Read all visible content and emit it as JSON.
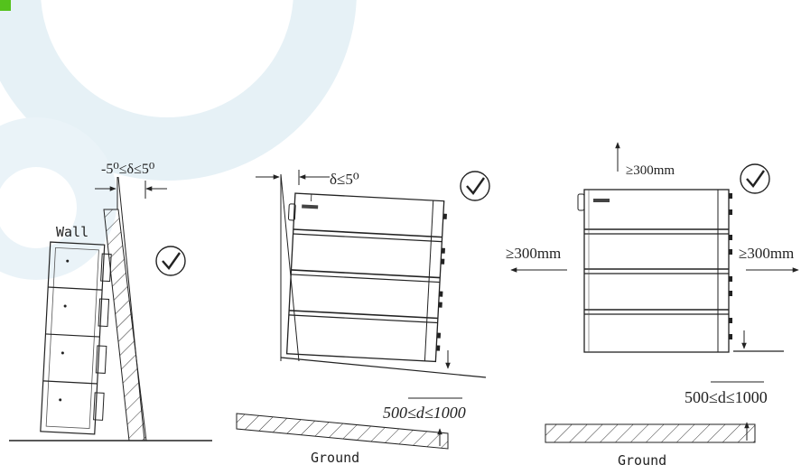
{
  "colors": {
    "watermark": "#e6f1f6",
    "accent_tag": "#54c21c",
    "line": "#222222"
  },
  "icons": [
    "check-circle-icon",
    "arrow-icon"
  ],
  "panel1": {
    "angle_label": "-5⁰≤δ≤5⁰",
    "wall_label": "Wall"
  },
  "panel2": {
    "angle_label": "δ≤5⁰",
    "distance_label": "500≤d≤1000",
    "ground_label": "Ground"
  },
  "panel3": {
    "top_clearance": "≥300mm",
    "left_clearance": "≥300mm",
    "right_clearance": "≥300mm",
    "distance_label": "500≤d≤1000",
    "ground_label": "Ground"
  }
}
